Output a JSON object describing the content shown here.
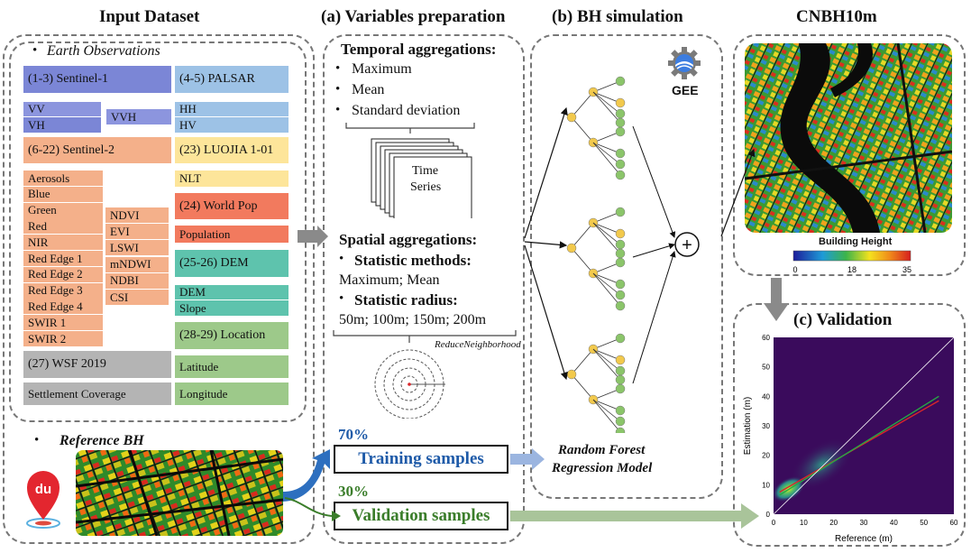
{
  "titles": {
    "input": "Input Dataset",
    "vars": "(a) Variables preparation",
    "bh": "(b) BH simulation",
    "cnbh": "CNBH10m",
    "validation": "(c) Validation"
  },
  "earth_obs": "Earth Observations",
  "reference_bh": "Reference BH",
  "bullet": "•",
  "sentinel1": {
    "header": "(1-3) Sentinel-1",
    "vv": "VV",
    "vh": "VH",
    "vvh": "VVH"
  },
  "palsar": {
    "header": "(4-5) PALSAR",
    "hh": "HH",
    "hv": "HV"
  },
  "sentinel2": {
    "header": "(6-22) Sentinel-2",
    "bands": [
      "Aerosols",
      "Blue",
      "Green",
      "Red",
      "NIR",
      "Red Edge 1",
      "Red Edge 2",
      "Red Edge 3",
      "Red Edge 4",
      "SWIR 1",
      "SWIR 2"
    ],
    "indices": [
      "NDVI",
      "EVI",
      "LSWI",
      "mNDWI",
      "NDBI",
      "CSI"
    ]
  },
  "luojia": {
    "header": "(23) LUOJIA 1-01",
    "item": "NLT"
  },
  "worldpop": {
    "header": "(24) World Pop",
    "item": "Population"
  },
  "dem": {
    "header": "(25-26) DEM",
    "items": [
      "DEM",
      "Slope"
    ]
  },
  "location": {
    "header": "(28-29) Location",
    "items": [
      "Latitude",
      "Longitude"
    ]
  },
  "wsf": {
    "header": "(27) WSF 2019",
    "item": "Settlement Coverage"
  },
  "temporal": {
    "title": "Temporal aggregations:",
    "items": [
      "Maximum",
      "Mean",
      "Standard deviation"
    ],
    "stack_label_1": "Time",
    "stack_label_2": "Series"
  },
  "spatial": {
    "title": "Spatial aggregations:",
    "methods_title": "Statistic methods:",
    "methods": "Maximum; Mean",
    "radius_title": "Statistic radius:",
    "radius": "50m; 100m; 150m; 200m",
    "reduce": "ReduceNeighborhood"
  },
  "samples": {
    "train_pct": "70%",
    "train_label": "Training samples",
    "val_pct": "30%",
    "val_label": "Validation samples"
  },
  "model": {
    "line1": "Random Forest",
    "line2": "Regression Model",
    "gee": "GEE",
    "plus": "+"
  },
  "colorbar": {
    "title": "Building Height",
    "ticks": [
      "0",
      "18",
      "35"
    ]
  },
  "du_logo": "du",
  "colors": {
    "navy": "#1e5aa8",
    "green_text": "#3a7d2a",
    "arrow_gray": "#8a8a8a",
    "arrow_blue": "#9bb5e0",
    "arrow_green": "#a9c49a",
    "tree_yellow": "#f2c94c",
    "tree_green": "#8bc56a",
    "plot_bg": "#3a0b5c"
  },
  "chart_data": {
    "type": "heatmap",
    "xlabel": "Reference (m)",
    "ylabel": "Estimation (m)",
    "xlim": [
      0,
      60
    ],
    "ylim": [
      0,
      60
    ],
    "x_ticks": [
      0,
      10,
      20,
      30,
      40,
      50,
      60
    ],
    "y_ticks": [
      0,
      10,
      20,
      30,
      40,
      50,
      60
    ],
    "series": [
      {
        "type": "line",
        "color": "#d9262b",
        "x": [
          2,
          55
        ],
        "y": [
          7.5,
          38.5
        ]
      },
      {
        "type": "line",
        "color": "#27a844",
        "x": [
          2,
          55
        ],
        "y": [
          6.5,
          40
        ]
      },
      {
        "type": "line",
        "color": "#ffffff",
        "x": [
          0,
          60
        ],
        "y": [
          0,
          60
        ]
      }
    ]
  }
}
